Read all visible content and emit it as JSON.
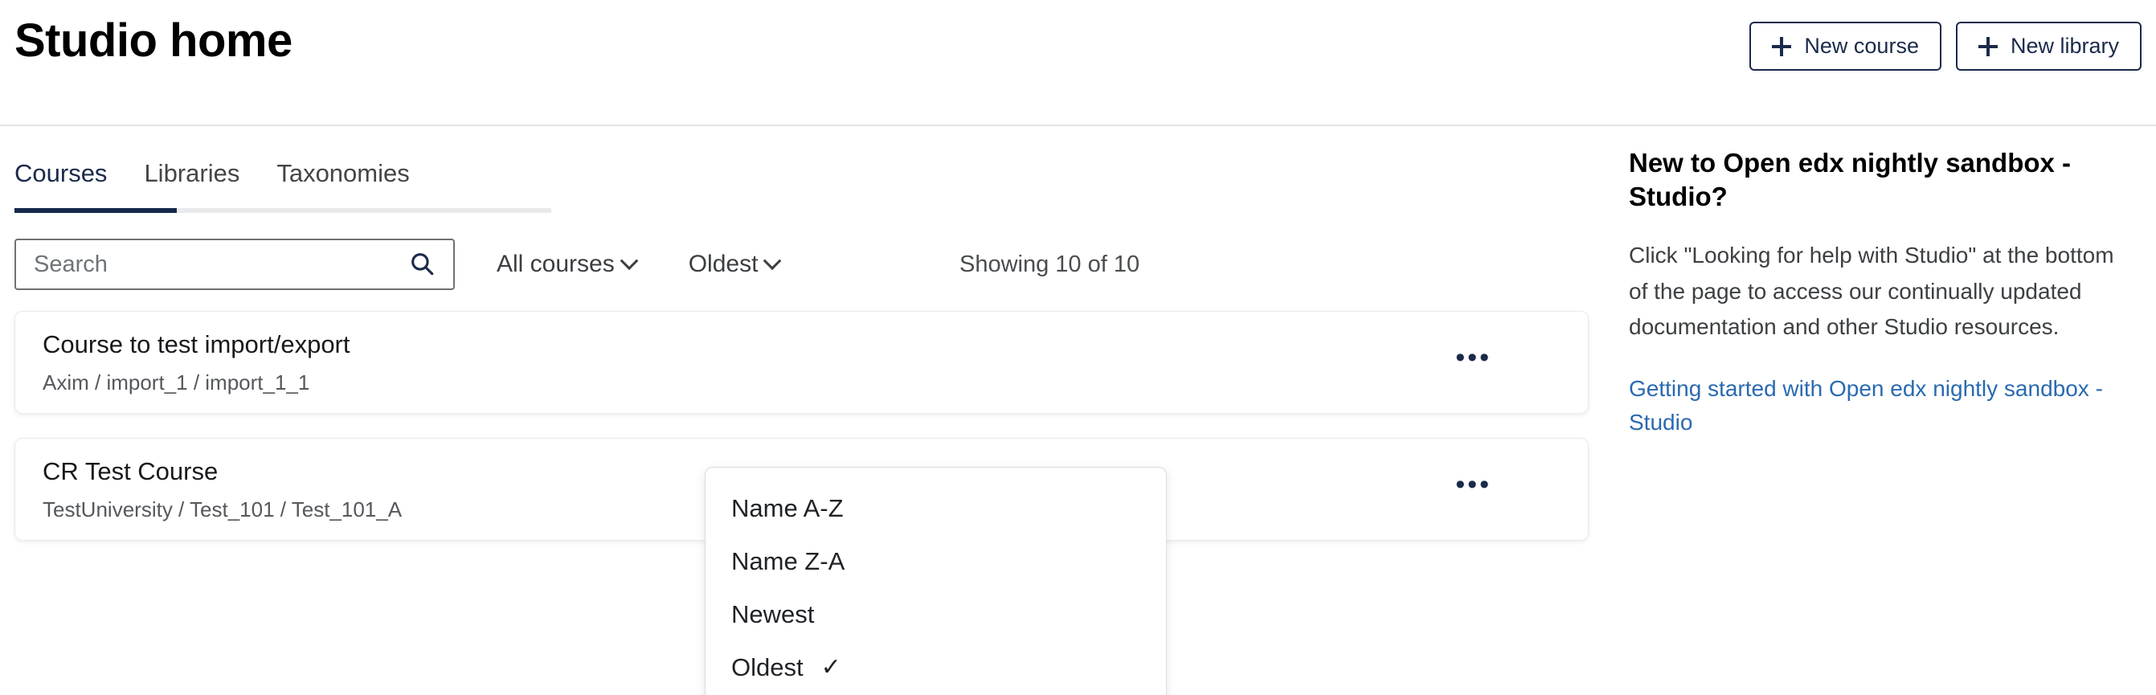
{
  "header": {
    "title": "Studio home",
    "actions": [
      {
        "label": "New course",
        "icon": "plus-icon"
      },
      {
        "label": "New library",
        "icon": "plus-icon"
      }
    ]
  },
  "tabs": [
    {
      "label": "Courses",
      "active": true
    },
    {
      "label": "Libraries",
      "active": false
    },
    {
      "label": "Taxonomies",
      "active": false
    }
  ],
  "controls": {
    "search": {
      "placeholder": "Search",
      "value": "",
      "icon": "search-icon"
    },
    "filter_dropdown": {
      "label": "All courses",
      "icon": "chevron-down-icon"
    },
    "sort_dropdown": {
      "label": "Oldest",
      "icon": "chevron-down-icon"
    },
    "showing": "Showing 10 of 10"
  },
  "sort_menu": {
    "open": true,
    "items": [
      {
        "label": "Name A-Z",
        "checked": false
      },
      {
        "label": "Name Z-A",
        "checked": false
      },
      {
        "label": "Newest",
        "checked": false
      },
      {
        "label": "Oldest",
        "checked": true
      }
    ],
    "check_glyph": "✓"
  },
  "courses": [
    {
      "title": "Course to test import/export",
      "meta": "Axim / import_1 / import_1_1",
      "menu_glyph": "•••"
    },
    {
      "title": "CR Test Course",
      "meta": "TestUniversity / Test_101 / Test_101_A",
      "menu_glyph": "•••"
    }
  ],
  "sidebar": {
    "heading": "New to Open edx nightly sandbox - Studio?",
    "body": "Click \"Looking for help with Studio\" at the bottom of the page to access our continually updated documentation and other Studio resources.",
    "link": "Getting started with Open edx nightly sandbox - Studio"
  },
  "colors": {
    "brand_navy": "#15294b",
    "link_blue": "#2a6ab0",
    "divider": "#e4e5e7"
  }
}
